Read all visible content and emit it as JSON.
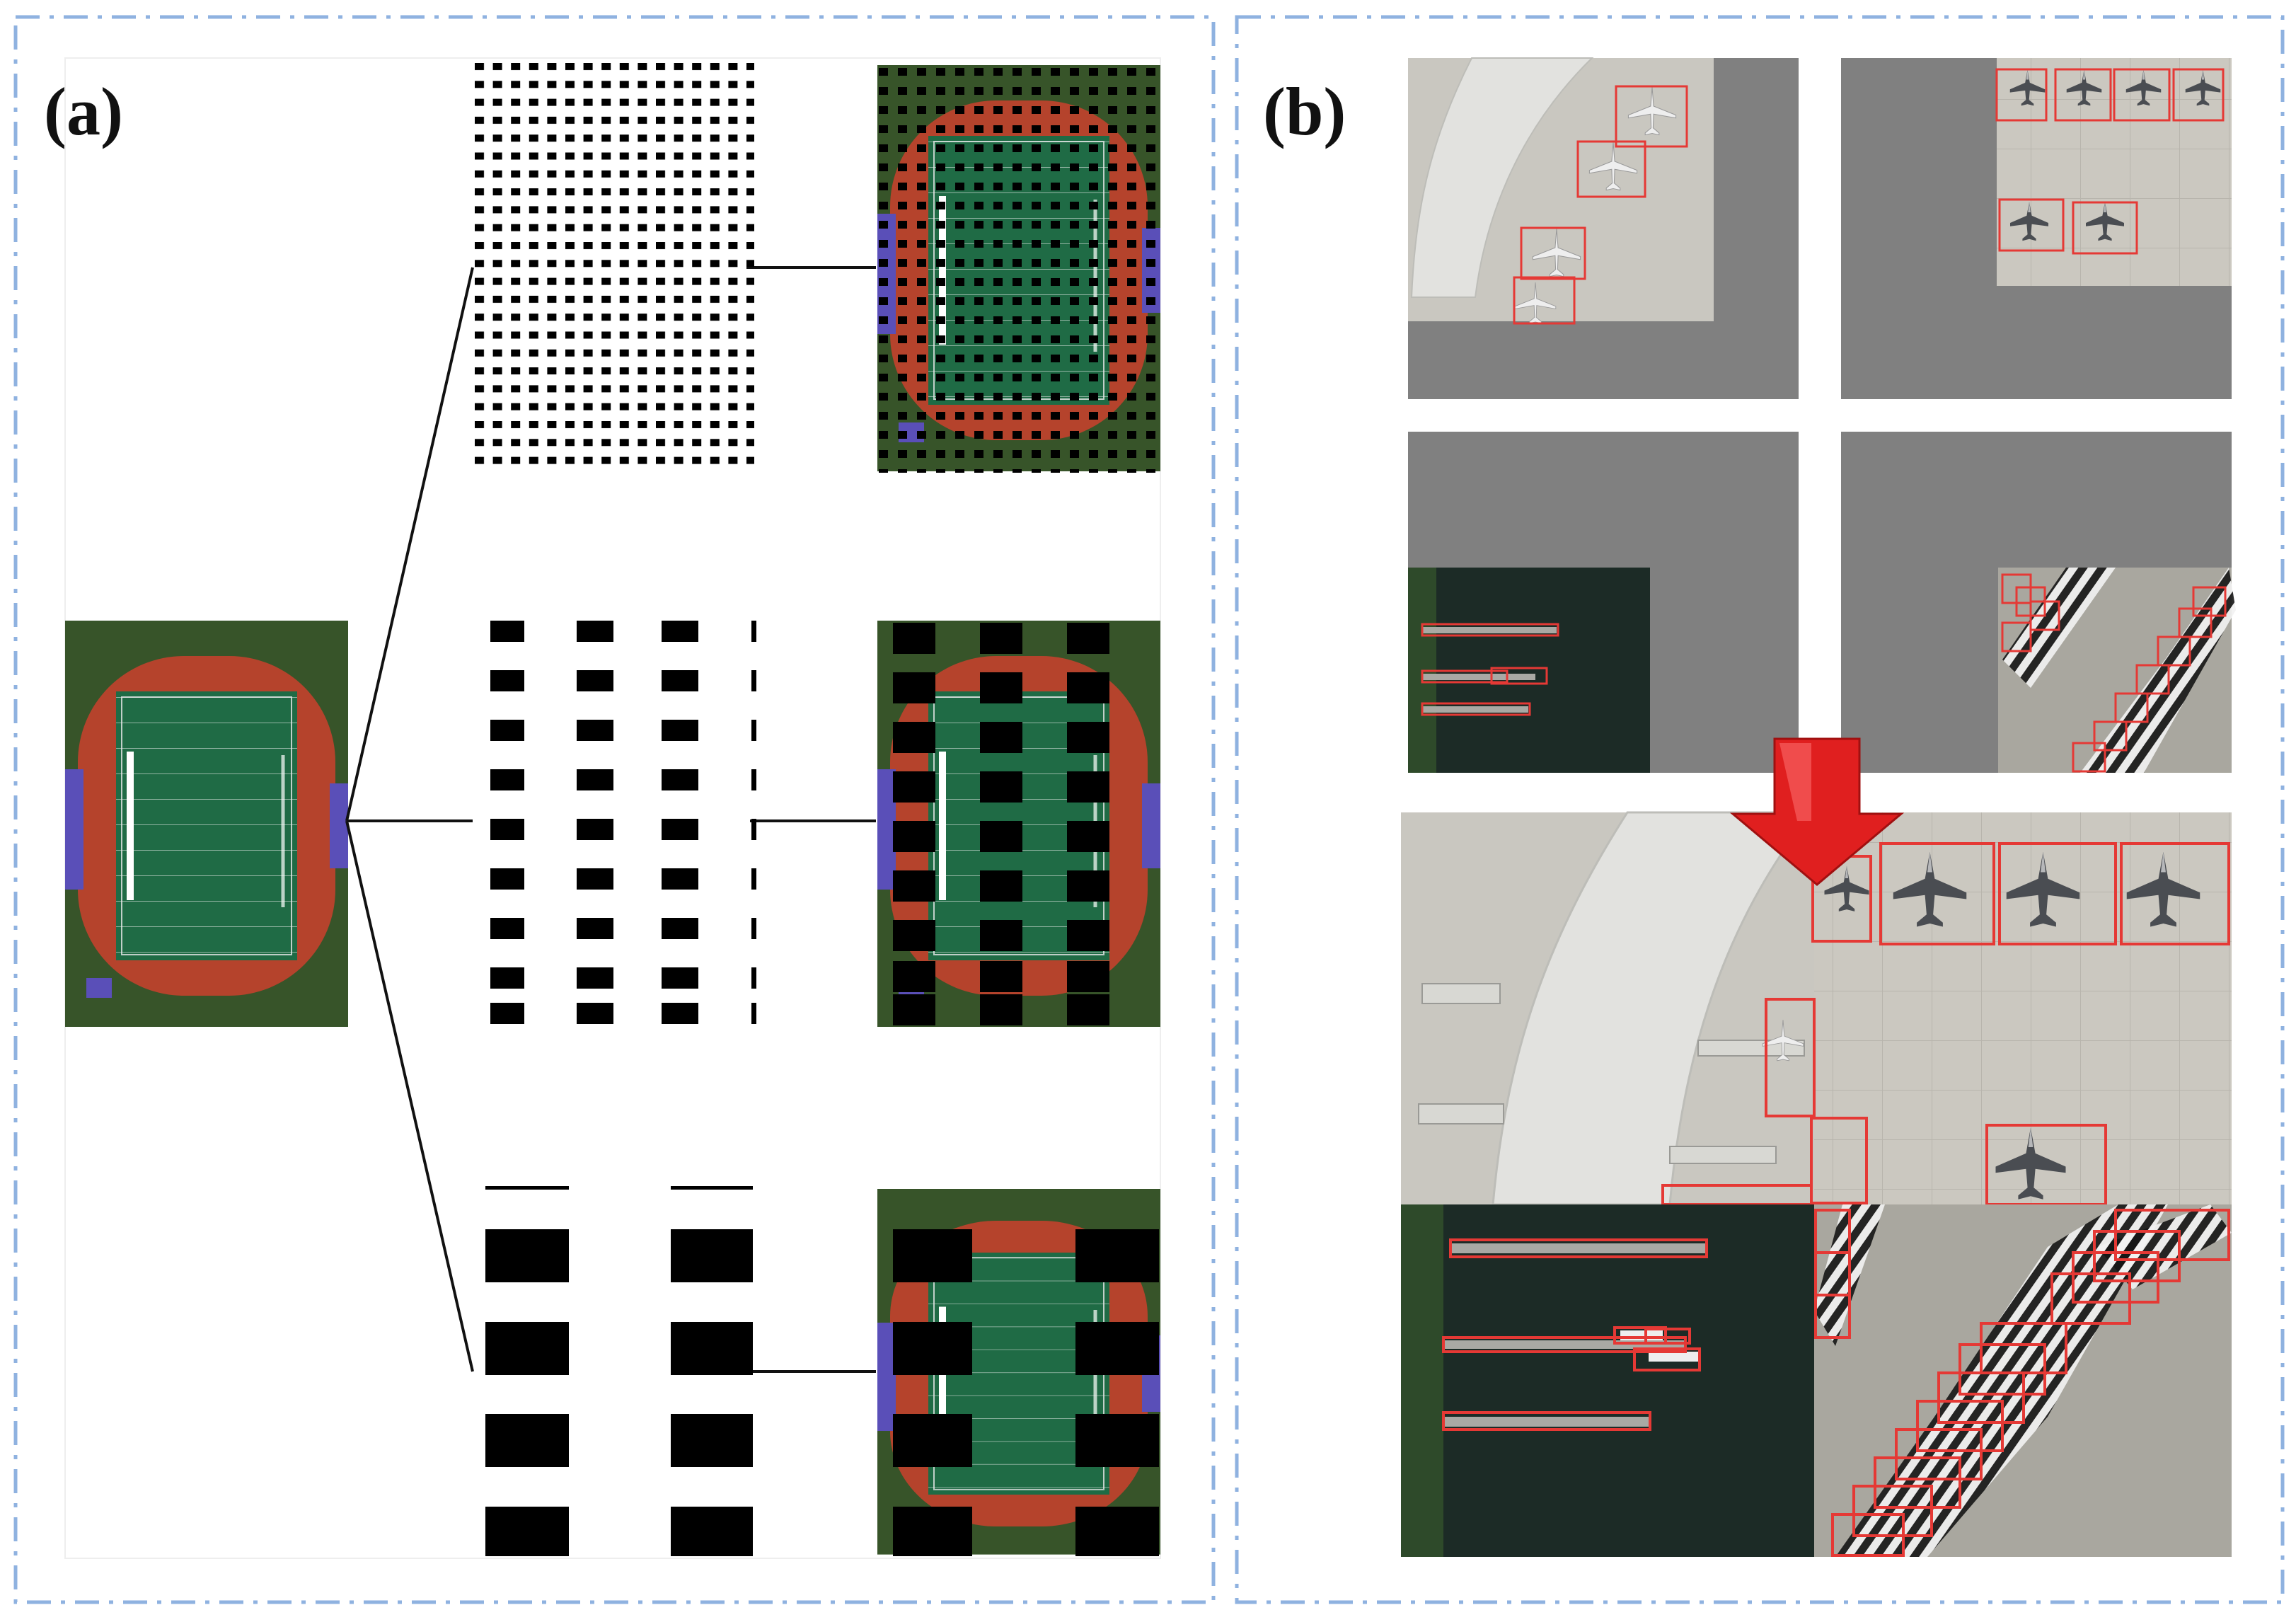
{
  "panels": {
    "a": {
      "label": "(a)"
    },
    "b": {
      "label": "(b)"
    }
  },
  "colors": {
    "frame_border": "#8fb2e0",
    "track": "#b5432c",
    "field": "#1f6b45",
    "field_dark": "#17543a",
    "grass": "#3d5a2c",
    "stands": "#5a4fb8",
    "mask": "#000000",
    "pad_gray": "#808080",
    "apron": "#c9c7c0",
    "terminal_roof": "#e2e2df",
    "water": "#1c2b26",
    "detection_box": "#e53935",
    "arrow": "#e01f1f"
  },
  "icons": {
    "merge_arrow": "down-arrow-icon"
  },
  "masking_scales": [
    "fine-grid",
    "medium-grid",
    "coarse-grid"
  ]
}
